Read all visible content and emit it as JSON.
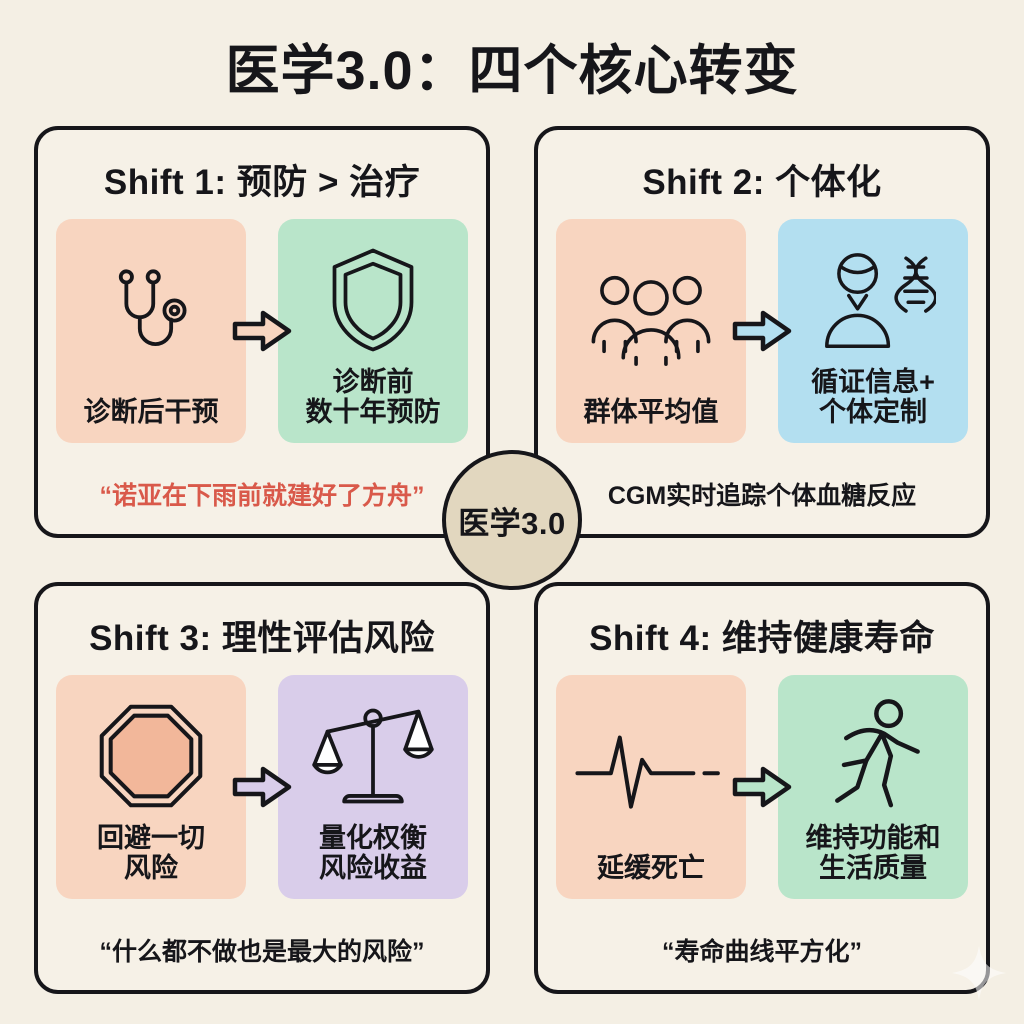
{
  "title": "医学3.0：四个核心转变",
  "hub": {
    "label": "医学3.0"
  },
  "colors": {
    "page_background": "#f4efe4",
    "card_background": "#f6f1e7",
    "outline": "#16161a",
    "panel_pink": "#f8d5c0",
    "panel_green": "#b9e5ca",
    "panel_blue": "#b3dff0",
    "panel_purple": "#d9cdea",
    "hub_fill": "#e2d7bf",
    "accent_caption": "#d9594a"
  },
  "quadrants": [
    {
      "title": "Shift 1: 预防 > 治疗",
      "from": {
        "label": "诊断后干预",
        "icon": "stethoscope-icon",
        "color": "#f8d5c0"
      },
      "to": {
        "label": "诊断前\n数十年预防",
        "icon": "shield-icon",
        "color": "#b9e5ca"
      },
      "arrow_icon": "right-arrow-icon",
      "caption": "“诺亚在下雨前就建好了方舟”",
      "caption_accent": true
    },
    {
      "title": "Shift 2: 个体化",
      "from": {
        "label": "群体平均值",
        "icon": "people-group-icon",
        "color": "#f8d5c0"
      },
      "to": {
        "label": "循证信息+\n个体定制",
        "icon": "person-dna-icon",
        "color": "#b3dff0"
      },
      "arrow_icon": "right-arrow-icon",
      "caption": "CGM实时追踪个体血糖反应",
      "caption_accent": false
    },
    {
      "title": "Shift 3: 理性评估风险",
      "from": {
        "label": "回避一切\n风险",
        "icon": "stop-sign-icon",
        "color": "#f8d5c0"
      },
      "to": {
        "label": "量化权衡\n风险收益",
        "icon": "balance-scale-icon",
        "color": "#d9cdea"
      },
      "arrow_icon": "right-arrow-icon",
      "caption": "“什么都不做也是最大的风险”",
      "caption_accent": false
    },
    {
      "title": "Shift 4: 维持健康寿命",
      "from": {
        "label": "延缓死亡",
        "icon": "ecg-flatline-icon",
        "color": "#f8d5c0"
      },
      "to": {
        "label": "维持功能和\n生活质量",
        "icon": "running-person-icon",
        "color": "#b9e5ca"
      },
      "arrow_icon": "right-arrow-icon",
      "caption": "“寿命曲线平方化”",
      "caption_accent": false
    }
  ]
}
